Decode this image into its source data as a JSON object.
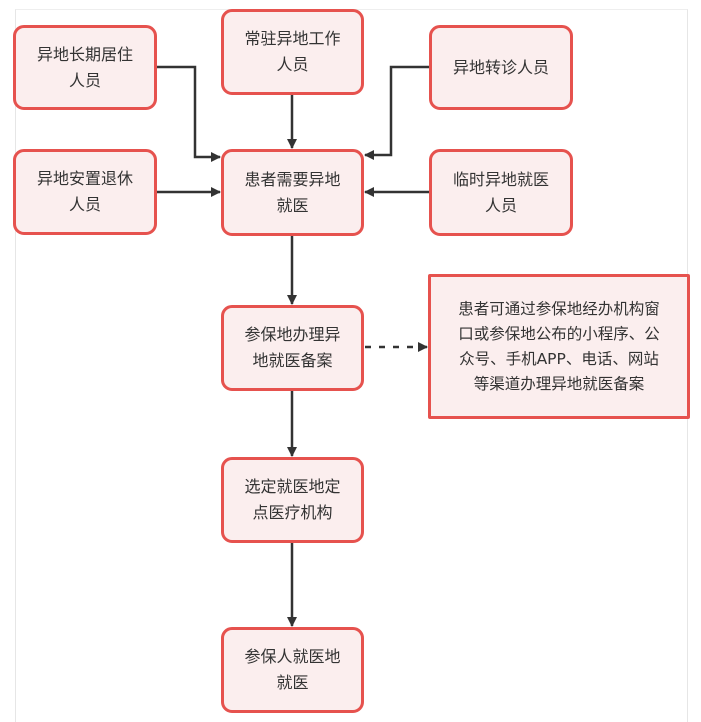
{
  "nodes": {
    "long_term": "异地长期居住\n人员",
    "resident_work": "常驻异地工作\n人员",
    "referral": "异地转诊人员",
    "retired": "异地安置退休\n人员",
    "patient_need": "患者需要异地\n就医",
    "temporary": "临时异地就医\n人员",
    "register": "参保地办理异\n地就医备案",
    "register_note": "患者可通过参保地经办机构窗\n口或参保地公布的小程序、公\n众号、手机APP、电话、网站\n等渠道办理异地就医备案",
    "choose_institution": "选定就医地定\n点医疗机构",
    "treatment": "参保人就医地\n就医"
  },
  "colors": {
    "border": "#e6524e",
    "fill": "#fbeeee",
    "arrow": "#333333"
  }
}
